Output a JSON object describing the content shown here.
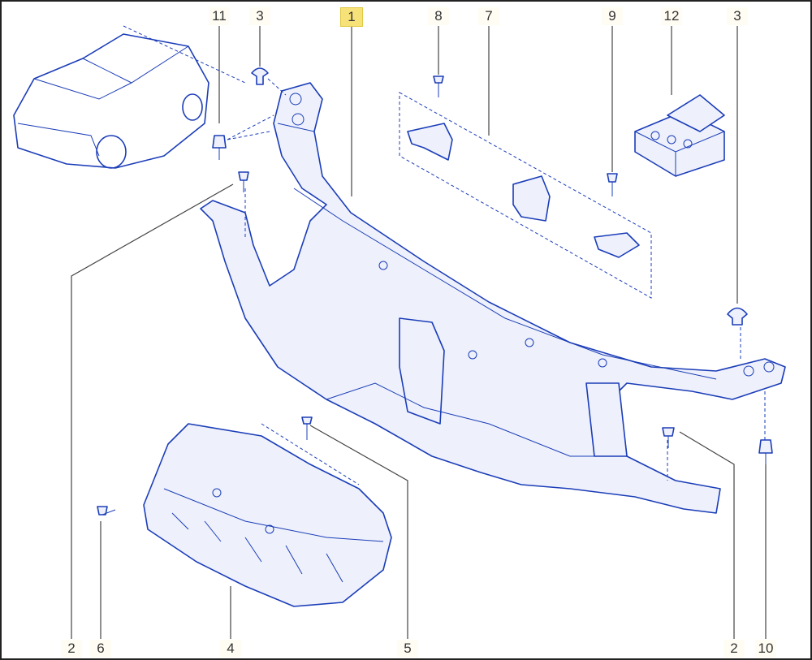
{
  "diagram": {
    "callouts_top": [
      {
        "id": "11",
        "highlighted": false
      },
      {
        "id": "3",
        "highlighted": false
      },
      {
        "id": "1",
        "highlighted": true
      },
      {
        "id": "8",
        "highlighted": false
      },
      {
        "id": "7",
        "highlighted": false
      },
      {
        "id": "9",
        "highlighted": false
      },
      {
        "id": "12",
        "highlighted": false
      },
      {
        "id": "3",
        "highlighted": false
      }
    ],
    "callouts_bottom": [
      {
        "id": "2"
      },
      {
        "id": "6"
      },
      {
        "id": "4"
      },
      {
        "id": "5"
      },
      {
        "id": "2"
      },
      {
        "id": "10"
      }
    ],
    "colors": {
      "line": "#1b3db8",
      "highlight": "#f7e27a",
      "leader": "#444444"
    }
  }
}
